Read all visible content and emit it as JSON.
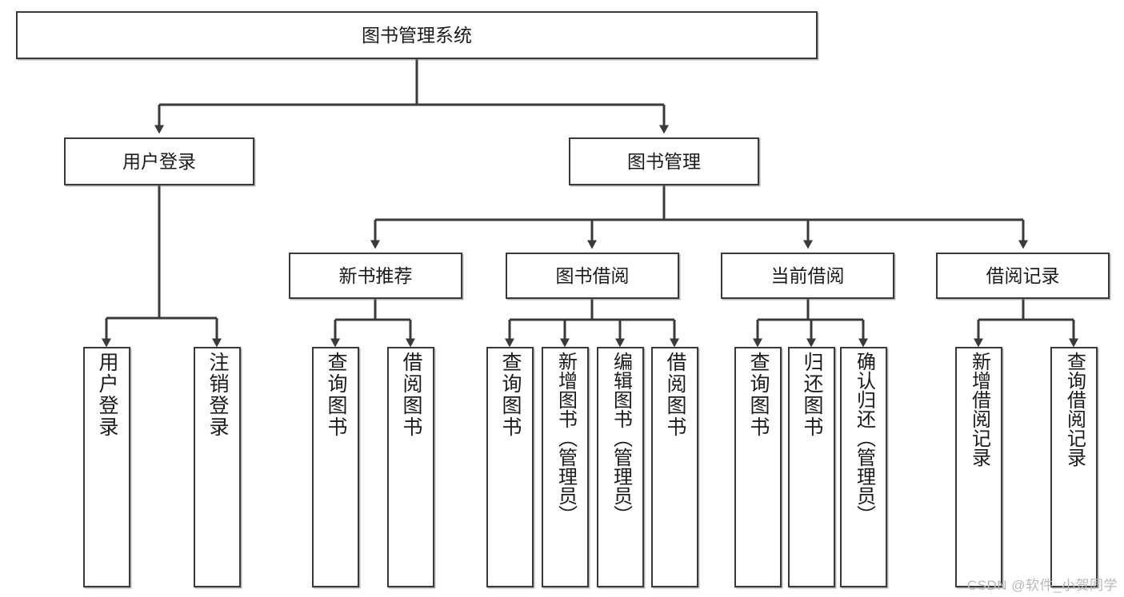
{
  "diagram": {
    "type": "tree-hierarchy-chart",
    "title": "图书管理系统",
    "watermark": "CSDN @软件_小贺同学",
    "colors": {
      "box_border": "#3a3a3a",
      "box_fill": "#ffffff",
      "connector": "#3a3a3a",
      "text": "#1b1b1b",
      "watermark": "#b9b9b9"
    },
    "levels": {
      "root": {
        "label": "图书管理系统"
      },
      "level2": [
        {
          "id": "user-login",
          "label": "用户登录"
        },
        {
          "id": "book-manage",
          "label": "图书管理"
        }
      ],
      "level3": [
        {
          "id": "new-book-rec",
          "label": "新书推荐",
          "parent": "book-manage"
        },
        {
          "id": "book-borrow",
          "label": "图书借阅",
          "parent": "book-manage"
        },
        {
          "id": "current-borrow",
          "label": "当前借阅",
          "parent": "book-manage"
        },
        {
          "id": "borrow-record",
          "label": "借阅记录",
          "parent": "book-manage"
        }
      ],
      "leaves": [
        {
          "id": "leaf-user-login",
          "label": "用户登录",
          "parent": "user-login"
        },
        {
          "id": "leaf-logout",
          "label": "注销登录",
          "parent": "user-login"
        },
        {
          "id": "leaf-query-book-1",
          "label": "查询图书",
          "parent": "new-book-rec"
        },
        {
          "id": "leaf-borrow-book-1",
          "label": "借阅图书",
          "parent": "new-book-rec"
        },
        {
          "id": "leaf-query-book-2",
          "label": "查询图书",
          "parent": "book-borrow"
        },
        {
          "id": "leaf-add-book",
          "label": "新增图书（管理员）",
          "parent": "book-borrow"
        },
        {
          "id": "leaf-edit-book",
          "label": "编辑图书（管理员）",
          "parent": "book-borrow"
        },
        {
          "id": "leaf-borrow-book-2",
          "label": "借阅图书",
          "parent": "book-borrow"
        },
        {
          "id": "leaf-query-book-3",
          "label": "查询图书",
          "parent": "current-borrow"
        },
        {
          "id": "leaf-return-book",
          "label": "归还图书",
          "parent": "current-borrow"
        },
        {
          "id": "leaf-confirm-return",
          "label": "确认归还（管理员）",
          "parent": "current-borrow"
        },
        {
          "id": "leaf-add-record",
          "label": "新增借阅记录",
          "parent": "borrow-record"
        },
        {
          "id": "leaf-query-record",
          "label": "查询借阅记录",
          "parent": "borrow-record"
        }
      ]
    }
  }
}
